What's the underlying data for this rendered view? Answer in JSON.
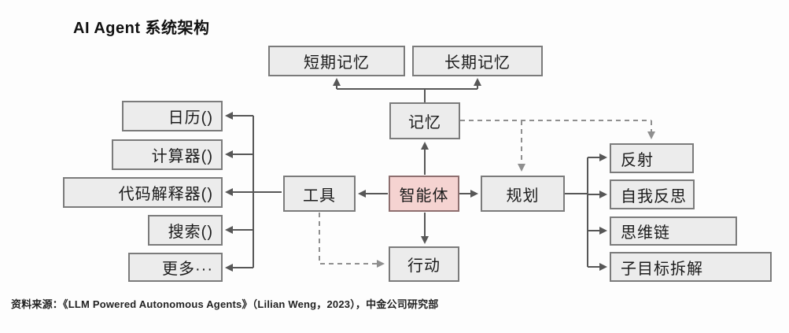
{
  "title": "AI Agent 系统架构",
  "source_note": "资料来源：《LLM Powered Autonomous Agents》（Lilian Weng，2023），中金公司研究部",
  "colors": {
    "node_fill": "#ececec",
    "node_border": "#7b7b7b",
    "agent_fill": "#f5d3d1",
    "agent_border": "#8e6f6f",
    "solid_line": "#575757",
    "dashed_line": "#8f8f8f",
    "background": "#fdfdfd"
  },
  "nodes": {
    "agent": {
      "label": "智能体"
    },
    "memory": {
      "label": "记忆"
    },
    "tools": {
      "label": "工具"
    },
    "planning": {
      "label": "规划"
    },
    "action": {
      "label": "行动"
    },
    "short_term_memory": {
      "label": "短期记忆"
    },
    "long_term_memory": {
      "label": "长期记忆"
    },
    "calendar": {
      "label": "日历()"
    },
    "calculator": {
      "label": "计算器()"
    },
    "code_interpreter": {
      "label": "代码解释器()"
    },
    "search": {
      "label": "搜索()"
    },
    "more": {
      "label": "更多···"
    },
    "reflection": {
      "label": "反射"
    },
    "self_reflection": {
      "label": "自我反思"
    },
    "chain_of_thought": {
      "label": "思维链"
    },
    "subgoal_decomposition": {
      "label": "子目标拆解"
    }
  },
  "edges": [
    {
      "from": "智能体",
      "to": "记忆",
      "style": "solid"
    },
    {
      "from": "智能体",
      "to": "工具",
      "style": "solid"
    },
    {
      "from": "智能体",
      "to": "规划",
      "style": "solid"
    },
    {
      "from": "智能体",
      "to": "行动",
      "style": "solid"
    },
    {
      "from": "记忆",
      "to": "短期记忆",
      "style": "solid"
    },
    {
      "from": "记忆",
      "to": "长期记忆",
      "style": "solid"
    },
    {
      "from": "工具",
      "to": "日历()",
      "style": "solid"
    },
    {
      "from": "工具",
      "to": "计算器()",
      "style": "solid"
    },
    {
      "from": "工具",
      "to": "代码解释器()",
      "style": "solid"
    },
    {
      "from": "工具",
      "to": "搜索()",
      "style": "solid"
    },
    {
      "from": "工具",
      "to": "更多···",
      "style": "solid"
    },
    {
      "from": "规划",
      "to": "反射",
      "style": "solid"
    },
    {
      "from": "规划",
      "to": "自我反思",
      "style": "solid"
    },
    {
      "from": "规划",
      "to": "思维链",
      "style": "solid"
    },
    {
      "from": "规划",
      "to": "子目标拆解",
      "style": "solid"
    },
    {
      "from": "记忆",
      "to": "规划",
      "style": "dashed"
    },
    {
      "from": "记忆",
      "to": "反射",
      "style": "dashed"
    },
    {
      "from": "工具",
      "to": "行动",
      "style": "dashed"
    }
  ]
}
